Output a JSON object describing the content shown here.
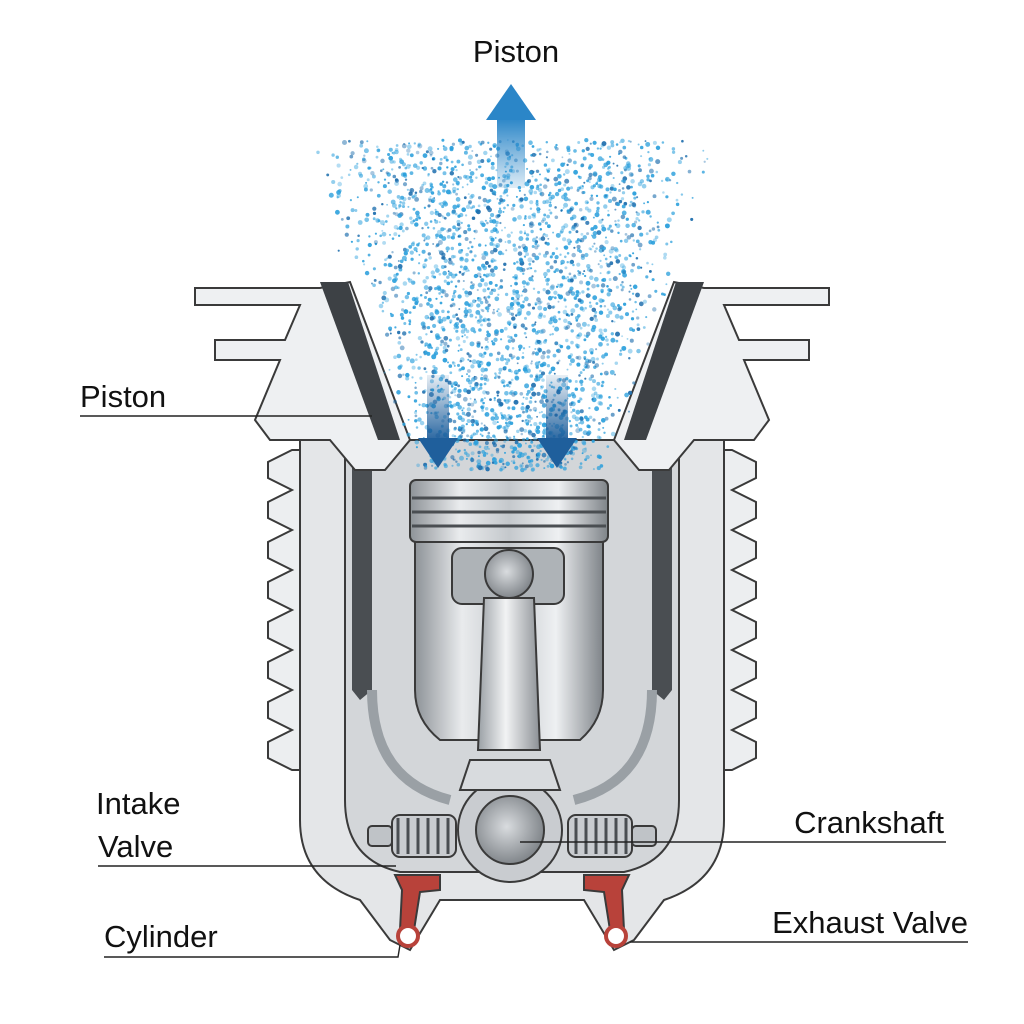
{
  "labels": {
    "piston_top": "Piston",
    "piston_left": "Piston",
    "intake_valve_line1": "Intake",
    "intake_valve_line2": "Valve",
    "cylinder": "Cylinder",
    "crankshaft": "Crankshaft",
    "exhaust_valve": "Exhaust Valve"
  },
  "colors": {
    "spray": "#2a9fdc",
    "spray_dark": "#1f6fae",
    "arrow": "#2b86c8",
    "steel_light": "#e8eaec",
    "steel_mid": "#b8bcc0",
    "steel_dark": "#6c7074",
    "gasket": "#b8423a",
    "outline": "#3a3a3a"
  },
  "icons": {
    "flow_up": "arrow-up-icon",
    "flow_down": "arrow-down-icon"
  }
}
